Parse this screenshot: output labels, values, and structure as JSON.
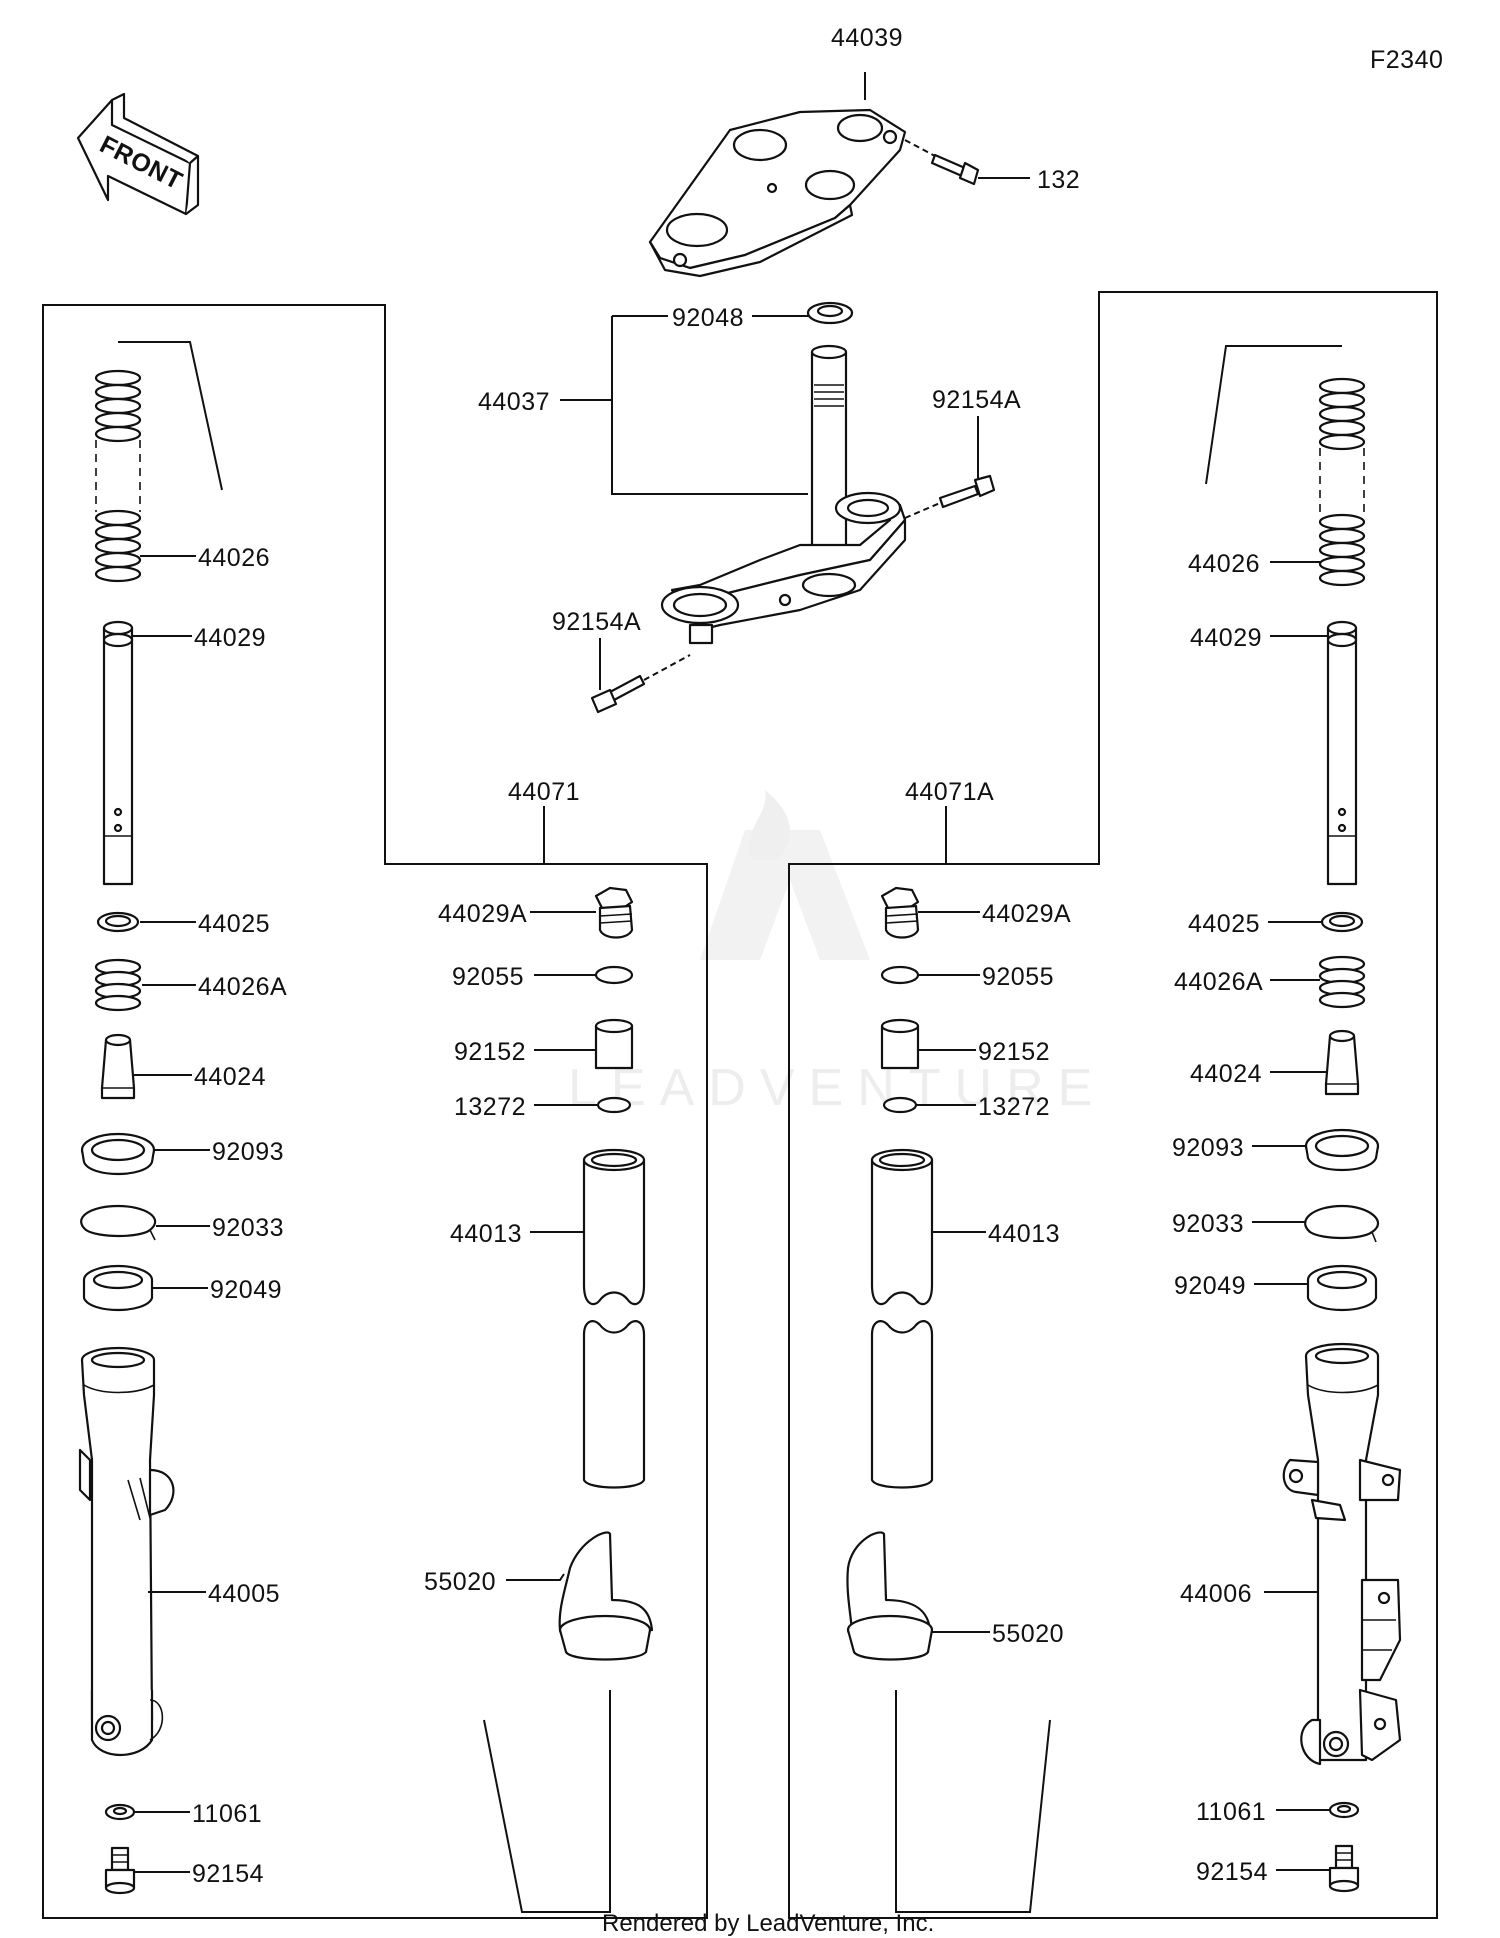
{
  "figure_code": "F2340",
  "watermark": "LEADVENTURE",
  "footer": "Rendered by LeadVenture, Inc.",
  "front_arrow": {
    "text": "FRONT",
    "icon": "front-direction-arrow-icon"
  },
  "labels": {
    "p44039": "44039",
    "p132": "132",
    "p92048": "92048",
    "p44037": "44037",
    "p92154A_top": "92154A",
    "p92154A_left": "92154A",
    "p44071": "44071",
    "p44071A": "44071A",
    "L44026": "44026",
    "L44029": "44029",
    "L44025": "44025",
    "L44026A": "44026A",
    "L44024": "44024",
    "L92093": "92093",
    "L92033": "92033",
    "L92049": "92049",
    "L44005": "44005",
    "L11061": "11061",
    "L92154": "92154",
    "M44029A": "44029A",
    "M92055": "92055",
    "M92152": "92152",
    "M13272": "13272",
    "M44013": "44013",
    "M55020": "55020",
    "N44029A": "44029A",
    "N92055": "92055",
    "N92152": "92152",
    "N13272": "13272",
    "N44013": "44013",
    "N55020": "55020",
    "R44026": "44026",
    "R44029": "44029",
    "R44025": "44025",
    "R44026A": "44026A",
    "R44024": "44024",
    "R92093": "92093",
    "R92033": "92033",
    "R92049": "92049",
    "R44006": "44006",
    "R11061": "11061",
    "R92154": "92154"
  }
}
